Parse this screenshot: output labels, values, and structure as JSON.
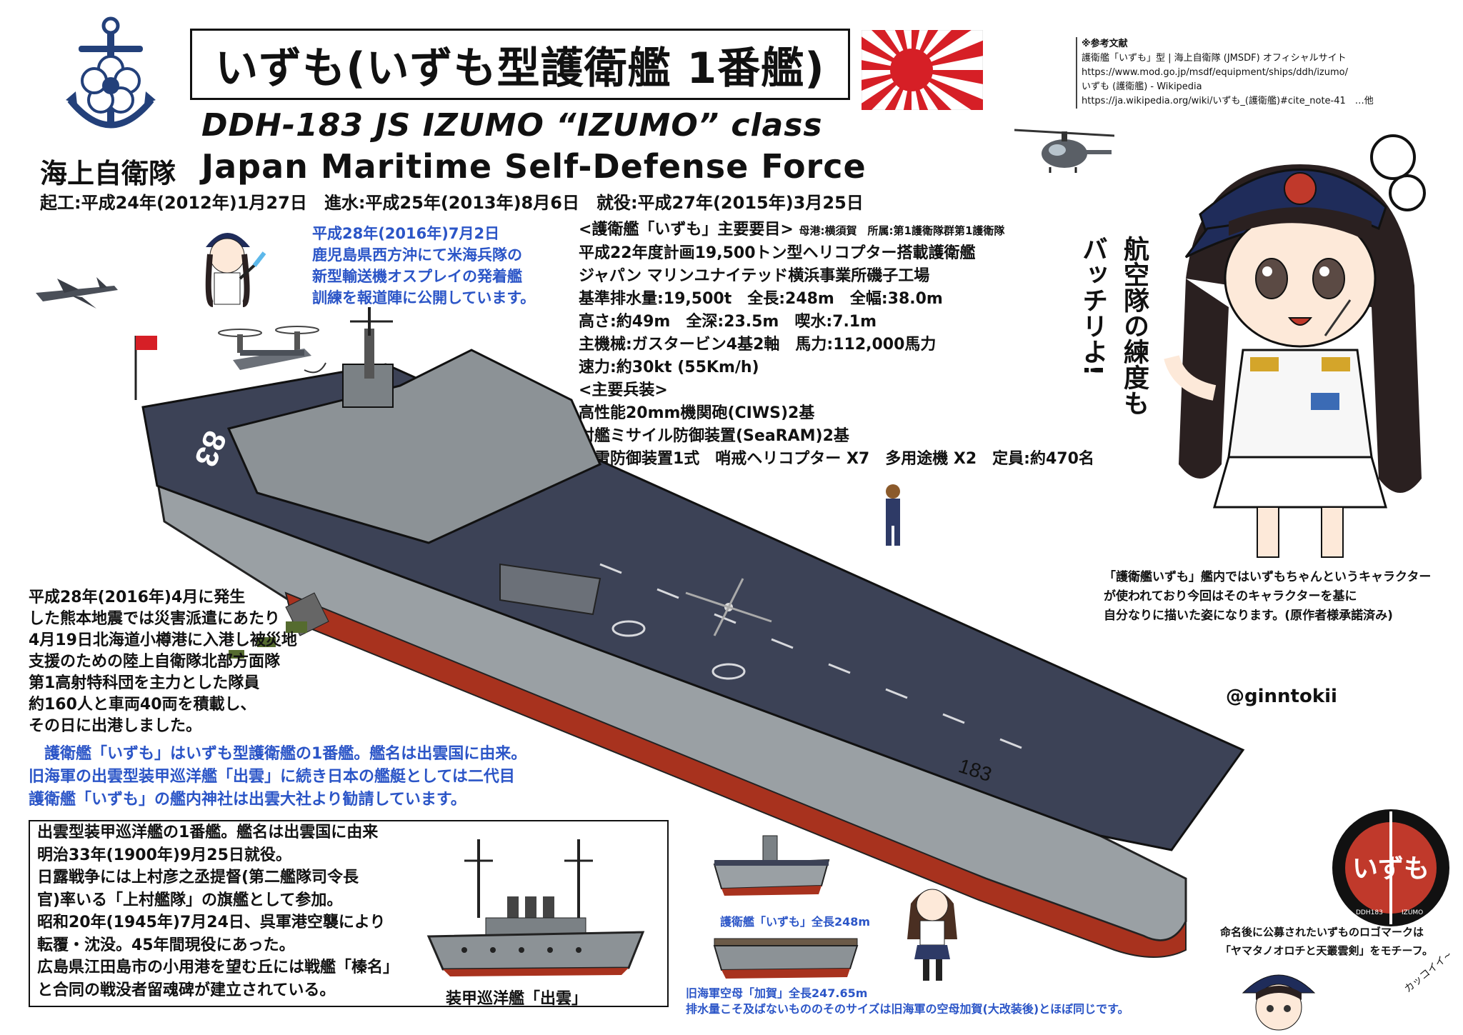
{
  "header": {
    "title": "いずも(いずも型護衛艦 1番艦)",
    "english_line1": "DDH-183  JS  IZUMO  “IZUMO” class",
    "english_line2": "Japan Maritime Self-Defense Force",
    "jmsdf_jp": "海上自衛隊",
    "dates": "起工:平成24年(2012年)1月27日　進水:平成25年(2013年)8月6日　就役:平成27年(2015年)3月25日"
  },
  "references": {
    "heading": "※参考文献",
    "lines": [
      "護衛艦「いずも」型 | 海上自衛隊 (JMSDF) オフィシャルサイト",
      "https://www.mod.go.jp/msdf/equipment/ships/ddh/izumo/",
      "いずも (護衛艦) - Wikipedia",
      "https://ja.wikipedia.org/wiki/いずも_(護衛艦)#cite_note-41　…他"
    ]
  },
  "osprey_note": [
    "平成28年(2016年)7月2日",
    "鹿児島県西方沖にて米海兵隊の",
    "新型輸送機オスプレイの発着艦",
    "訓練を報道陣に公開しています。"
  ],
  "specs": {
    "heading": "<護衛艦「いずも」主要要目>",
    "heading_sub": "母港:横須賀　所属:第1護衛隊群第1護衛隊",
    "lines": [
      "平成22年度計画19,500トン型ヘリコプター搭載護衛艦",
      "ジャパン マリンユナイテッド横浜事業所磯子工場",
      "基準排水量:19,500t　全長:248m　全幅:38.0m",
      "高さ:約49m　全深:23.5m　喫水:7.1m",
      "主機械:ガスタービン4基2軸　馬力:112,000馬力",
      "速力:約30kt (55Km/h)",
      "<主要兵装>",
      "高性能20mm機関砲(CIWS)2基",
      "対艦ミサイル防御装置(SeaRAM)2基",
      "魚雷防御装置1式　哨戒ヘリコプター X7　多用途機 X2　定員:約470名"
    ]
  },
  "speech_vertical": [
    "航空隊の練度も",
    "バッチリよ!"
  ],
  "character_note": [
    "「護衛艦いずも」艦内ではいずもちゃんというキャラクター",
    "が使われており今回はそのキャラクターを基に",
    "自分なりに描いた姿になります。(原作者様承諾済み)"
  ],
  "quake_note": [
    "平成28年(2016年)4月に発生",
    "した熊本地震では災害派遣にあたり",
    "4月19日北海道小樽港に入港し被災地",
    "支援のための陸上自衛隊北部方面隊",
    "第1高射特科団を主力とした隊員",
    "約160人と車両40両を積載し、",
    "その日に出港しました。"
  ],
  "twitter_handle": "@ginntokii",
  "blue_paragraph": [
    "　護衛艦「いずも」はいずも型護衛艦の1番艦。艦名は出雲国に由来。",
    "旧海軍の出雲型装甲巡洋艦「出雲」に続き日本の艦艇としては二代目",
    "護衛艦「いずも」の艦内神社は出雲大社より勧請しています。"
  ],
  "old_izumo": {
    "lines": [
      "出雲型装甲巡洋艦の1番艦。艦名は出雲国に由来",
      "明治33年(1900年)9月25日就役。",
      "日露戦争には上村彦之丞提督(第二艦隊司令長",
      "官)率いる「上村艦隊」の旗艦として参加。",
      "昭和20年(1945年)7月24日、呉軍港空襲により",
      "転覆・沈没。45年間現役にあった。",
      "広島県江田島市の小用港を望む丘には戦艦「榛名」",
      "と合同の戦没者留魂碑が建立されている。"
    ],
    "caption": "装甲巡洋艦「出雲」"
  },
  "comparison": {
    "izumo_label": "護衛艦「いずも」全長248m",
    "kaga_label": "旧海軍空母「加賀」全長247.65m",
    "note": "排水量こそ及ばないもののそのサイズは旧海軍の空母加賀(大改装後)とほぼ同じです。"
  },
  "logo": {
    "text": "いずも",
    "ring_left": "DDH183",
    "ring_right": "IZUMO",
    "note": [
      "命名後に公募されたいずものロゴマークは",
      "「ヤマタノオロチと天叢雲剣」をモチーフ。"
    ]
  },
  "kakkoii": "カッコイイ~",
  "hull_number": "183",
  "deck_number": "83",
  "colors": {
    "deck": "#3c4256",
    "hull": "#9aa0a4",
    "waterline": "#a8321e",
    "accent_blue": "#2b55c7",
    "flag_red": "#d61f26"
  }
}
